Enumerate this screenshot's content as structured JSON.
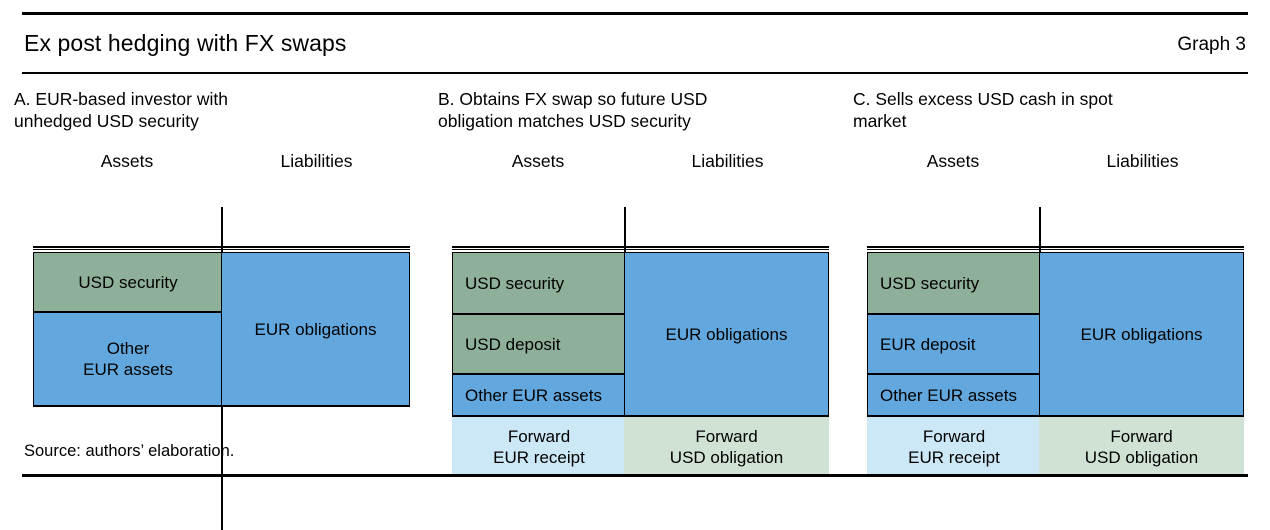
{
  "header": {
    "title": "Ex post hedging with FX swaps",
    "graph_label": "Graph 3"
  },
  "footer": {
    "source": "Source: authors’ elaboration."
  },
  "colors": {
    "green": "#8FB098",
    "blue": "#62A8DE",
    "light_blue": "#CCE7F5",
    "light_green": "#CFE2D4",
    "line": "#000000"
  },
  "common": {
    "assets_label": "Assets",
    "liabilities_label": "Liabilities"
  },
  "panels": [
    {
      "id": "A",
      "title": "A. EUR-based investor with\nunhedged USD security",
      "assets": [
        {
          "label": "USD security",
          "color": "green",
          "align": "center"
        },
        {
          "label": "Other\nEUR assets",
          "color": "blue",
          "align": "center"
        }
      ],
      "liabilities": [
        {
          "label": "EUR obligations",
          "color": "blue",
          "align": "center"
        }
      ],
      "forward_assets": null,
      "forward_liabilities": null
    },
    {
      "id": "B",
      "title": "B. Obtains FX swap so future USD\nobligation matches USD security",
      "assets": [
        {
          "label": "USD security",
          "color": "green",
          "align": "left"
        },
        {
          "label": "USD deposit",
          "color": "green",
          "align": "left"
        },
        {
          "label": "Other EUR assets",
          "color": "blue",
          "align": "left"
        }
      ],
      "liabilities": [
        {
          "label": "EUR obligations",
          "color": "blue",
          "align": "center"
        }
      ],
      "forward_assets": {
        "label": "Forward\nEUR receipt",
        "color": "light_blue"
      },
      "forward_liabilities": {
        "label": "Forward\nUSD obligation",
        "color": "light_green"
      }
    },
    {
      "id": "C",
      "title": "C. Sells excess USD cash in spot\nmarket",
      "assets": [
        {
          "label": "USD security",
          "color": "green",
          "align": "left"
        },
        {
          "label": "EUR deposit",
          "color": "blue",
          "align": "left"
        },
        {
          "label": "Other EUR assets",
          "color": "blue",
          "align": "left"
        }
      ],
      "liabilities": [
        {
          "label": "EUR obligations",
          "color": "blue",
          "align": "center"
        }
      ],
      "forward_assets": {
        "label": "Forward\nEUR receipt",
        "color": "light_blue"
      },
      "forward_liabilities": {
        "label": "Forward\nUSD obligation",
        "color": "light_green"
      }
    }
  ]
}
